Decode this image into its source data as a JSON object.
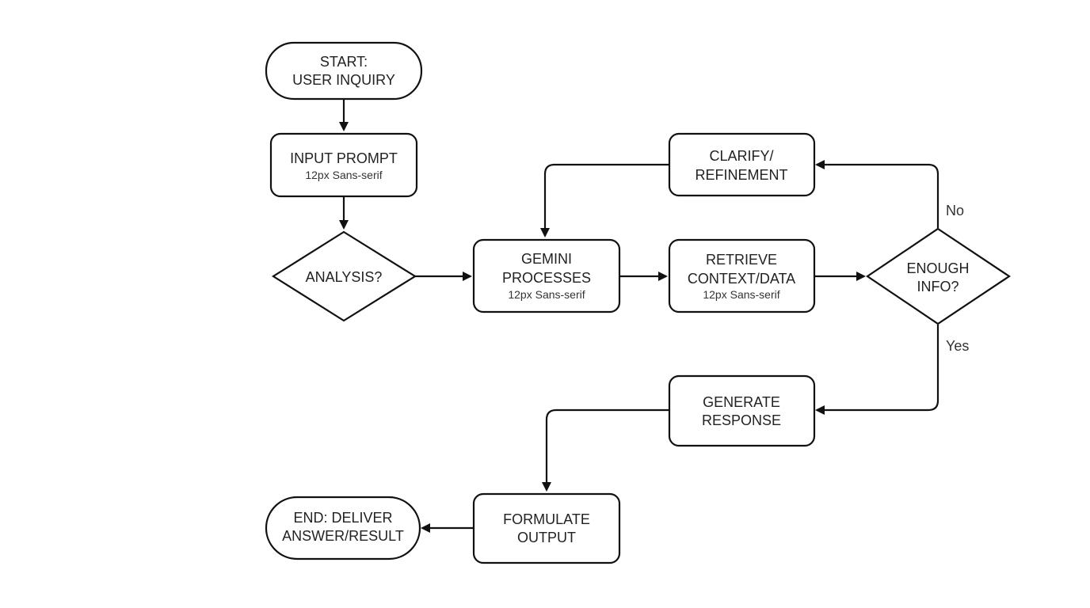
{
  "nodes": {
    "start": {
      "line1": "START:",
      "line2": "USER INQUIRY"
    },
    "input_prompt": {
      "line1": "INPUT PROMPT",
      "sub": "12px Sans-serif"
    },
    "analysis": {
      "line1": "ANALYSIS?"
    },
    "gemini": {
      "line1": "GEMINI",
      "line2": "PROCESSES",
      "sub": "12px Sans-serif"
    },
    "retrieve": {
      "line1": "RETRIEVE",
      "line2": "CONTEXT/DATA",
      "sub": "12px Sans-serif"
    },
    "enough_info": {
      "line1": "ENOUGH",
      "line2": "INFO?"
    },
    "clarify": {
      "line1": "CLARIFY/",
      "line2": "REFINEMENT"
    },
    "generate": {
      "line1": "GENERATE",
      "line2": "RESPONSE"
    },
    "formulate": {
      "line1": "FORMULATE",
      "line2": "OUTPUT"
    },
    "end": {
      "line1": "END: DELIVER",
      "line2": "ANSWER/RESULT"
    }
  },
  "edge_labels": {
    "no": "No",
    "yes": "Yes"
  }
}
